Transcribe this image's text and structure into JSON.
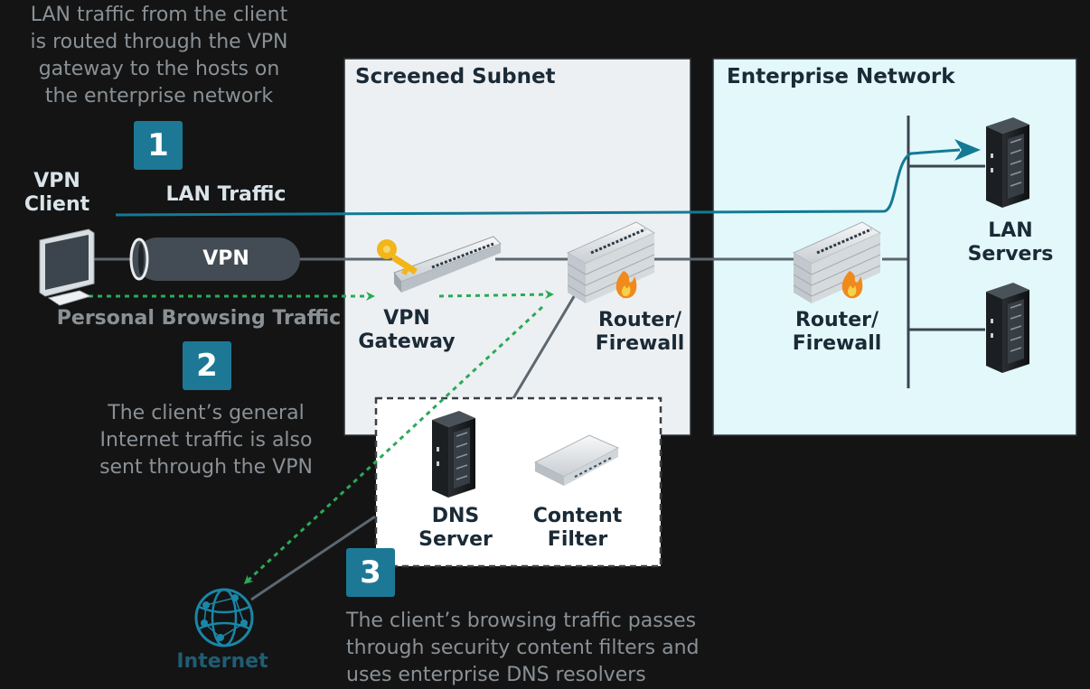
{
  "notes": {
    "step1": [
      "LAN traffic from the client",
      "is routed through the VPN",
      "gateway to the hosts on",
      "the enterprise network"
    ],
    "step2": [
      "The client’s general",
      "Internet traffic is also",
      "sent through the VPN"
    ],
    "step3": [
      "The client’s browsing traffic passes",
      "through security content filters and",
      "uses enterprise DNS resolvers"
    ]
  },
  "steps": [
    "1",
    "2",
    "3"
  ],
  "zones": {
    "screened_subnet": "Screened Subnet",
    "enterprise_network": "Enterprise Network"
  },
  "labels": {
    "vpn_client": [
      "VPN",
      "Client"
    ],
    "lan_traffic": "LAN Traffic",
    "vpn_tunnel": "VPN",
    "personal_browsing": "Personal Browsing Traffic",
    "vpn_gateway": [
      "VPN",
      "Gateway"
    ],
    "router_firewall_1": [
      "Router/",
      "Firewall"
    ],
    "router_firewall_2": [
      "Router/",
      "Firewall"
    ],
    "lan_servers": [
      "LAN",
      "Servers"
    ],
    "dns_server": [
      "DNS",
      "Server"
    ],
    "content_filter": [
      "Content",
      "Filter"
    ],
    "internet": "Internet"
  },
  "colors": {
    "background": "#141414",
    "screened_subnet_fill": "#edf0f3",
    "enterprise_fill": "#e3f8fb",
    "step_badge": "#1d7896",
    "lan_path": "#137a95",
    "browsing_path": "#2aaa56",
    "note_text": "#8a9196"
  },
  "icons": [
    "monitor-icon",
    "key-icon",
    "firewall-icon",
    "server-rack-icon",
    "content-filter-icon",
    "globe-icon"
  ]
}
